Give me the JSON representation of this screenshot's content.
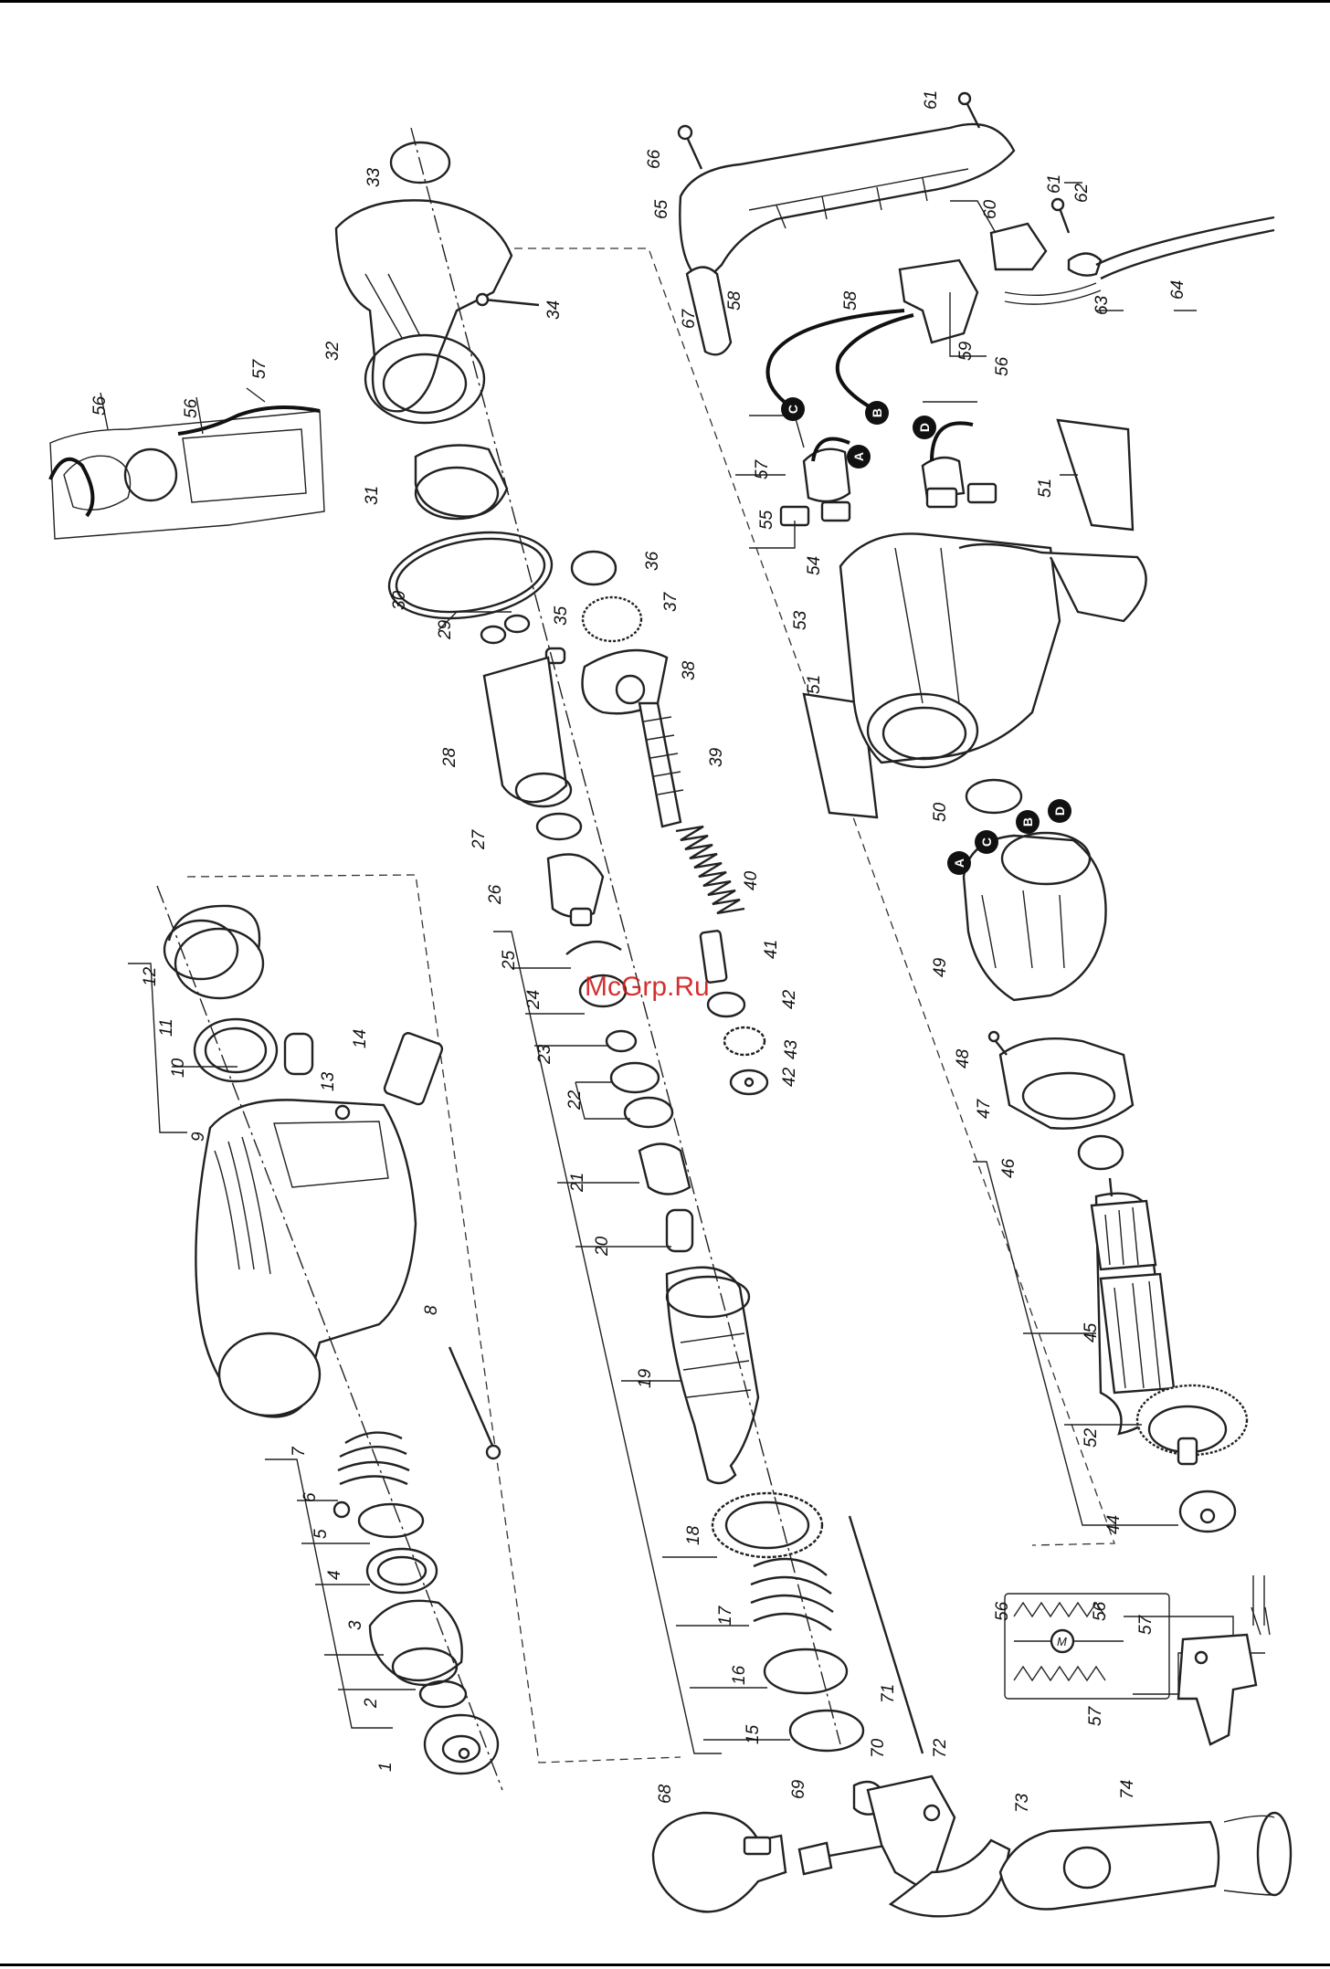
{
  "watermark": "McGrp.Ru",
  "part_numbers": [
    "1",
    "2",
    "3",
    "4",
    "5",
    "6",
    "7",
    "8",
    "9",
    "10",
    "11",
    "12",
    "13",
    "14",
    "15",
    "16",
    "17",
    "18",
    "19",
    "20",
    "21",
    "22",
    "23",
    "24",
    "25",
    "26",
    "27",
    "28",
    "29",
    "30",
    "31",
    "32",
    "33",
    "34",
    "35",
    "36",
    "37",
    "38",
    "39",
    "40",
    "41",
    "42",
    "42",
    "43",
    "44",
    "45",
    "46",
    "47",
    "48",
    "49",
    "50",
    "51",
    "51",
    "52",
    "53",
    "54",
    "55",
    "56",
    "56",
    "56",
    "56",
    "56",
    "57",
    "57",
    "57",
    "57",
    "58",
    "58",
    "59",
    "60",
    "61",
    "61",
    "62",
    "63",
    "64",
    "65",
    "66",
    "67",
    "68",
    "69",
    "70",
    "71",
    "72",
    "73",
    "74"
  ],
  "wire_markers": [
    "A",
    "B",
    "C",
    "D",
    "A",
    "B",
    "C",
    "D"
  ],
  "schematic_symbol": "M"
}
